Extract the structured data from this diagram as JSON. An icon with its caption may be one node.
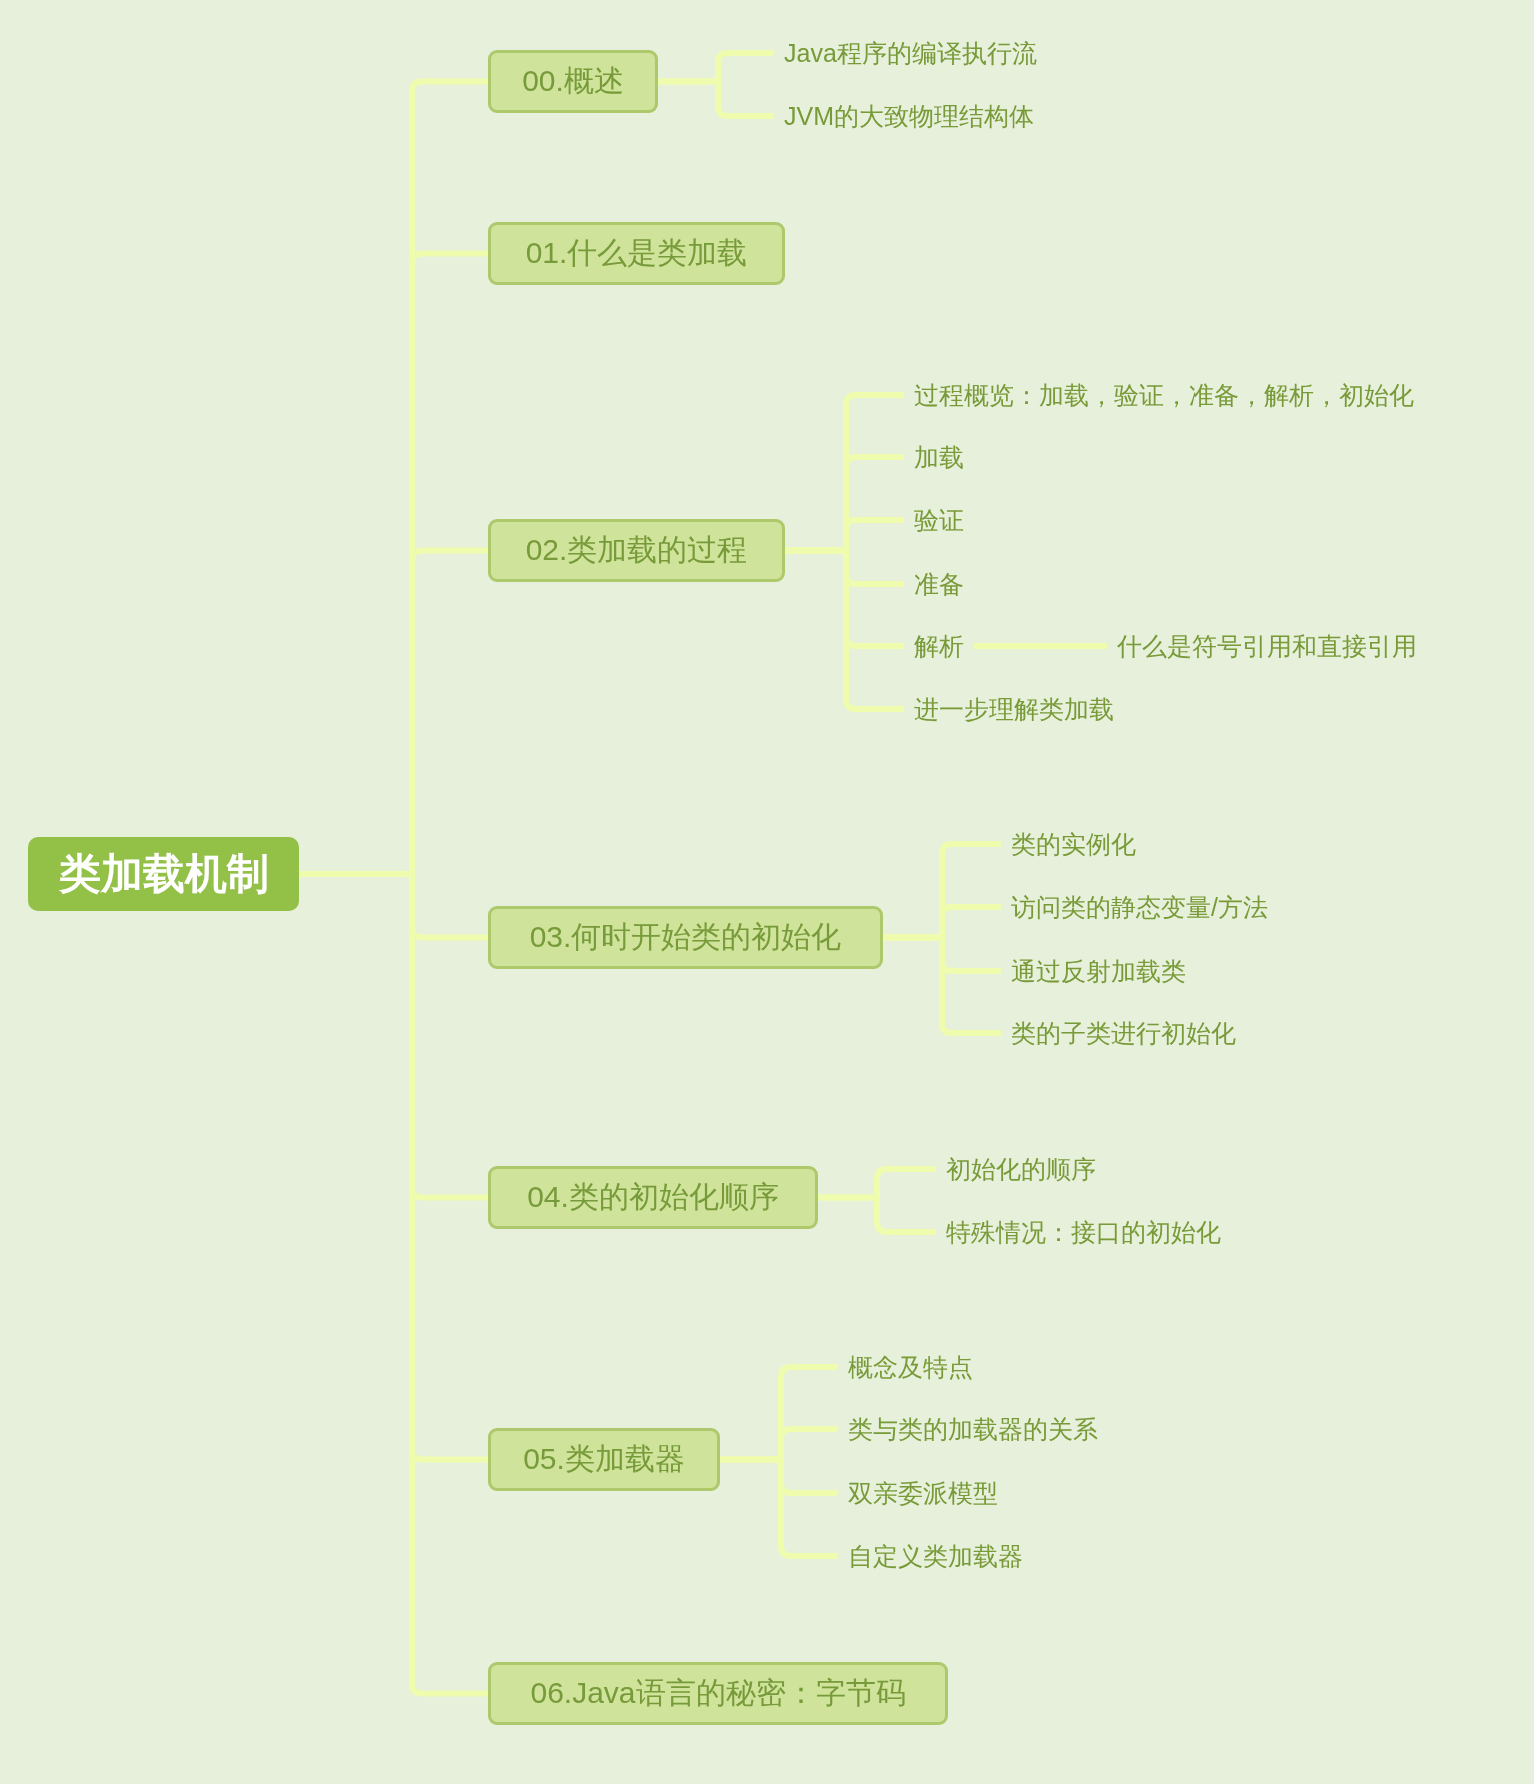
{
  "diagram": {
    "nodes": [
      {
        "text": [
          "类加载机制"
        ]
      },
      {
        "text": [
          "00.概述"
        ]
      },
      {
        "text": [
          "Java程序的编译执行流"
        ]
      },
      {
        "text": [
          "JVM的大致物理结构体"
        ]
      },
      {
        "text": [
          "01.什么是类加载"
        ]
      },
      {
        "text": [
          "02.类加载的过程"
        ]
      },
      {
        "text": [
          "过程概览：加载，验证，准备，解析，初始化"
        ]
      },
      {
        "text": [
          "加载"
        ]
      },
      {
        "text": [
          "验证"
        ]
      },
      {
        "text": [
          "准备"
        ]
      },
      {
        "text": [
          "解析"
        ]
      },
      {
        "text": [
          "什么是符号引用和直接引用"
        ]
      },
      {
        "text": [
          "进一步理解类加载"
        ]
      },
      {
        "text": [
          "03.何时开始类的初始化"
        ]
      },
      {
        "text": [
          "类的实例化"
        ]
      },
      {
        "text": [
          "访问类的静态变量/方法"
        ]
      },
      {
        "text": [
          "通过反射加载类"
        ]
      },
      {
        "text": [
          "类的子类进行初始化"
        ]
      },
      {
        "text": [
          "04.类的初始化顺序"
        ]
      },
      {
        "text": [
          "初始化的顺序"
        ]
      },
      {
        "text": [
          "特殊情况：接口的初始化"
        ]
      },
      {
        "text": [
          "05.类加载器"
        ]
      },
      {
        "text": [
          "概念及特点"
        ]
      },
      {
        "text": [
          "类与类的加载器的关系"
        ]
      },
      {
        "text": [
          "双亲委派模型"
        ]
      },
      {
        "text": [
          "自定义类加载器"
        ]
      },
      {
        "text": [
          "06.Java语言的秘密：字节码"
        ]
      }
    ],
    "edges": [
      {
        "from": 0,
        "to": 1,
        "arrow": "none"
      },
      {
        "from": 1,
        "to": 2,
        "arrow": "none"
      },
      {
        "from": 1,
        "to": 3,
        "arrow": "none"
      },
      {
        "from": 0,
        "to": 4,
        "arrow": "none"
      },
      {
        "from": 0,
        "to": 5,
        "arrow": "none"
      },
      {
        "from": 5,
        "to": 6,
        "arrow": "none"
      },
      {
        "from": 5,
        "to": 7,
        "arrow": "none"
      },
      {
        "from": 5,
        "to": 8,
        "arrow": "none"
      },
      {
        "from": 5,
        "to": 9,
        "arrow": "none"
      },
      {
        "from": 5,
        "to": 10,
        "arrow": "none"
      },
      {
        "from": 10,
        "to": 11,
        "arrow": "none"
      },
      {
        "from": 5,
        "to": 12,
        "arrow": "none"
      },
      {
        "from": 0,
        "to": 13,
        "arrow": "none"
      },
      {
        "from": 13,
        "to": 14,
        "arrow": "none"
      },
      {
        "from": 13,
        "to": 15,
        "arrow": "none"
      },
      {
        "from": 13,
        "to": 16,
        "arrow": "none"
      },
      {
        "from": 13,
        "to": 17,
        "arrow": "none"
      },
      {
        "from": 0,
        "to": 18,
        "arrow": "none"
      },
      {
        "from": 18,
        "to": 19,
        "arrow": "none"
      },
      {
        "from": 18,
        "to": 20,
        "arrow": "none"
      },
      {
        "from": 0,
        "to": 21,
        "arrow": "none"
      },
      {
        "from": 21,
        "to": 22,
        "arrow": "none"
      },
      {
        "from": 21,
        "to": 23,
        "arrow": "none"
      },
      {
        "from": 21,
        "to": 24,
        "arrow": "none"
      },
      {
        "from": 21,
        "to": 25,
        "arrow": "none"
      },
      {
        "from": 0,
        "to": 26,
        "arrow": "none"
      }
    ]
  }
}
